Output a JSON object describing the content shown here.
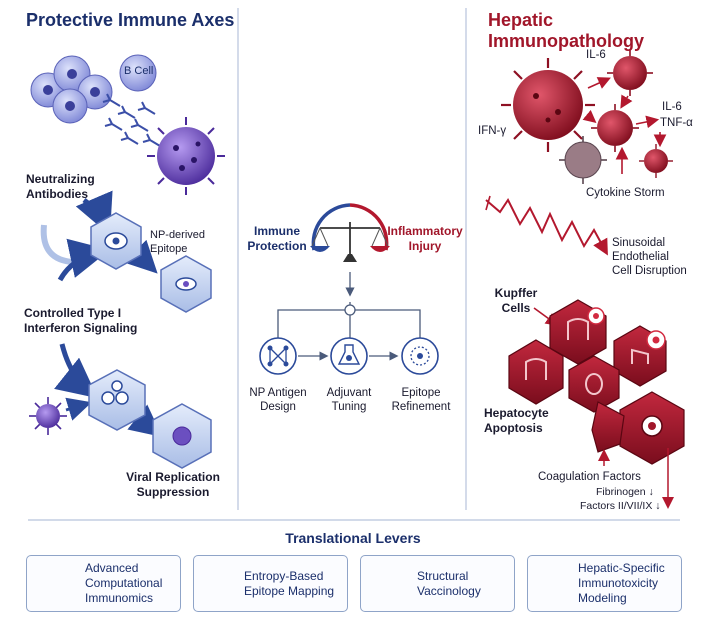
{
  "left_panel": {
    "title": "Protective Immune Axes",
    "b_cell_label": "B Cell",
    "neutralizing_label": "Neutralizing\nAntibodies",
    "np_epitope_label": "NP-derived\nEpitope",
    "interferon_label": "Controlled Type I\nInterferon Signaling",
    "replication_label": "Viral Replication\nSuppression"
  },
  "center_panel": {
    "immune_protection_label": "Immune\nProtection",
    "inflammatory_injury_label": "Inflammatory\nInjury",
    "steps": [
      {
        "label": "NP Antigen\nDesign",
        "icon": "network-icon"
      },
      {
        "label": "Adjuvant\nTuning",
        "icon": "flask-icon"
      },
      {
        "label": "Epitope\nRefinement",
        "icon": "target-icon"
      }
    ]
  },
  "right_panel": {
    "title": "Hepatic Immunopathology",
    "il6_top": "IL-6",
    "il6_right": "IL-6",
    "tnf": "TNF-α",
    "ifn": "IFN-γ",
    "cytokine_storm": "Cytokine Storm",
    "sinusoidal_label": "Sinusoidal\nEndothelial\nCell Disruption",
    "kupffer_label": "Kupffer\nCells",
    "hepatocyte_label": "Hepatocyte\nApoptosis",
    "coagulation_label": "Coagulation Factors",
    "fibrinogen_label": "Fibrinogen ↓",
    "factors_label": "Factors II/VII/IX ↓"
  },
  "translational": {
    "title": "Translational Levers",
    "levers": [
      {
        "label": "Advanced\nComputational\nImmunomics",
        "icon": "ai-chip-icon"
      },
      {
        "label": "Entropy-Based\nEpitope Mapping",
        "icon": "dna-icon"
      },
      {
        "label": "Structural\nVaccinology",
        "icon": "structure-icon"
      },
      {
        "label": "Hepatic-Specific\nImmunotoxicity\nModeling",
        "icon": "liver-icon"
      }
    ]
  },
  "colors": {
    "navy": "#1b2f6b",
    "crimson": "#a1162a",
    "purple": "#5b3fa8",
    "divider": "#b7c3dc"
  }
}
